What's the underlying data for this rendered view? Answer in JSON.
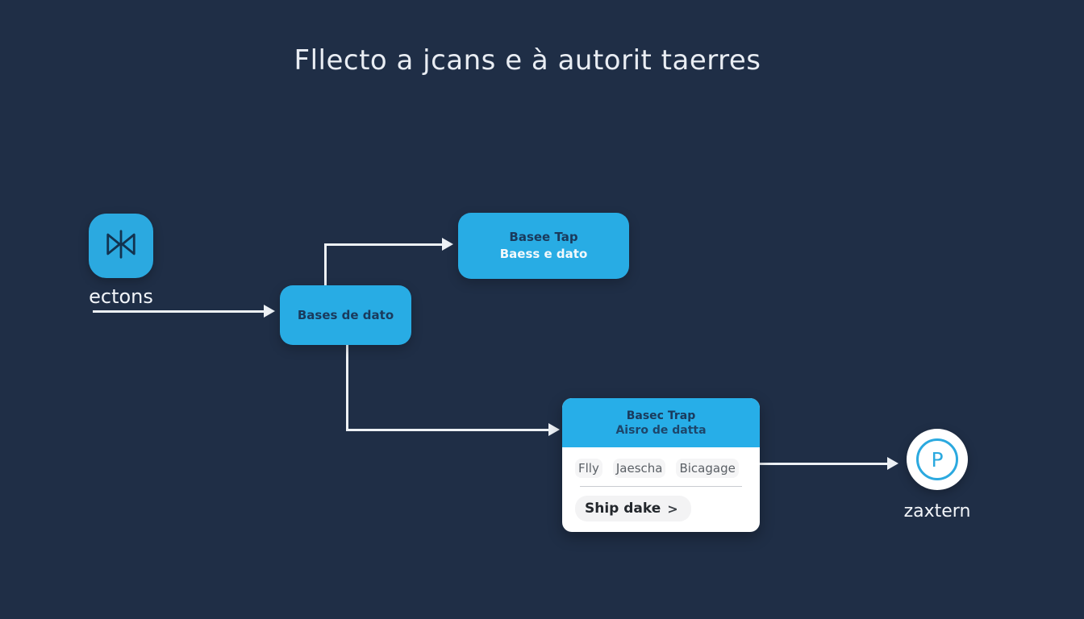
{
  "title": "Fllecto a jcans e à autorit taerres",
  "colors": {
    "background": "#1f2e46",
    "node_blue": "#28ace4",
    "card_header_blue": "#27aee8",
    "node_text_dark": "#1a3a5c",
    "connector_white": "#edf1f5",
    "accent_cyan": "#2ba9df"
  },
  "source": {
    "icon": "transition-bowtie-icon",
    "label": "ectons"
  },
  "nodes": {
    "mid": {
      "line1": "Bases de dato"
    },
    "top": {
      "line1": "Basee Tap",
      "line2": "Baess e dato"
    },
    "card": {
      "header_line1": "Basec Trap",
      "header_line2": "Aisro de datta",
      "row_items": [
        "Flly",
        "Jaescha",
        "Bicagage"
      ],
      "action_label": "Ship dake",
      "action_chevron": ">"
    },
    "target": {
      "icon_letter": "P",
      "label": "zaxtern"
    }
  }
}
